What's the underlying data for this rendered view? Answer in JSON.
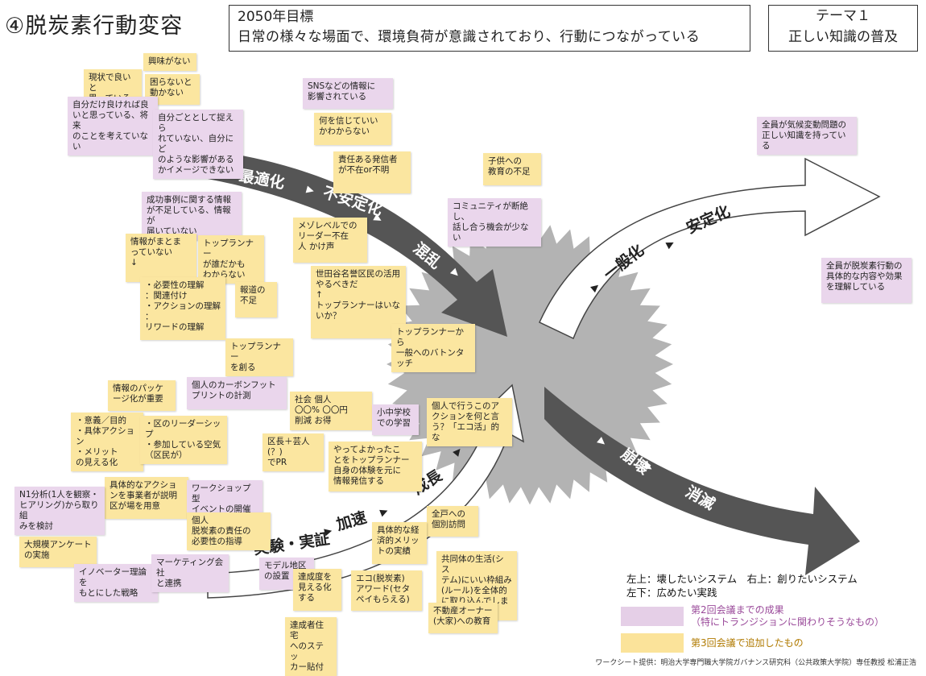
{
  "title": "④脱炭素行動変容",
  "goal": {
    "line1": "2050年目標",
    "line2": "日常の様々な場面で、環境負荷が意識されており、行動につながっている"
  },
  "theme": {
    "line1": "テーマ１",
    "line2": "正しい知識の普及"
  },
  "arrows": {
    "top_left": [
      "最適化",
      "▶",
      "不安定化",
      "▶",
      "混乱",
      "▶"
    ],
    "top_right": [
      "▶",
      "一般化",
      "▶",
      "安定化"
    ],
    "bottom_left": [
      "実験・実証",
      "▶",
      "加速",
      "▶",
      "成長",
      "▶"
    ],
    "bottom_right": [
      "▶",
      "崩壊",
      "▶",
      "消滅"
    ]
  },
  "notes": [
    {
      "id": "n1",
      "color": "y",
      "text": "興味がない"
    },
    {
      "id": "n2",
      "color": "y",
      "text": "現状で良いと\n思っている"
    },
    {
      "id": "n3",
      "color": "y",
      "text": "困らないと\n動かない"
    },
    {
      "id": "n4",
      "color": "p",
      "text": "自分だけ良ければ良\nいと思っている、将来\nのことを考えていない"
    },
    {
      "id": "n5",
      "color": "p",
      "text": "自分ごととして捉えら\nれていない、自分にど\nのような影響がある\nかイメージできない"
    },
    {
      "id": "n6",
      "color": "p",
      "text": "SNSなどの情報に\n影響されている"
    },
    {
      "id": "n7",
      "color": "y",
      "text": "何を信じていい\nかわからない"
    },
    {
      "id": "n8",
      "color": "y",
      "text": "責任ある発信者\nが不在or不明"
    },
    {
      "id": "n9",
      "color": "y",
      "text": "子供への\n教育の不足"
    },
    {
      "id": "n10",
      "color": "p",
      "text": "コミュニティが断絶し、\n話し合う機会が少ない"
    },
    {
      "id": "n11",
      "color": "p",
      "text": "全員が気候変動問題の\n正しい知識を持っている"
    },
    {
      "id": "n12",
      "color": "p",
      "text": "成功事例に関する情報\nが不足している、情報が\n届いていない"
    },
    {
      "id": "n13",
      "color": "y",
      "text": "メゾレベルでの\nリーダー不在\n人  かけ声"
    },
    {
      "id": "n14",
      "color": "y",
      "text": "情報がまとま\nっていない\n↓"
    },
    {
      "id": "n15",
      "color": "y",
      "text": "トップランナー\nが誰だかも\nわからない"
    },
    {
      "id": "n16",
      "color": "y",
      "text": "・必要性の理解\n   ：関連付け\n・アクションの理解\n   ：\nリワードの理解"
    },
    {
      "id": "n17",
      "color": "y",
      "text": "報道の\n不足"
    },
    {
      "id": "n18",
      "color": "y",
      "text": "世田谷名誉区民の活用\nやるべきだ\n↑\nトップランナーはいな\nいか？"
    },
    {
      "id": "n19",
      "color": "y",
      "text": "トップランナーから\n一般へのバトンタ\nッチ"
    },
    {
      "id": "n20",
      "color": "p",
      "text": "全員が脱炭素行動の\n具体的な内容や効果\nを理解している"
    },
    {
      "id": "n21",
      "color": "y",
      "text": "トップランナー\nを創る"
    },
    {
      "id": "n22",
      "color": "y",
      "text": "情報のパッケ\nージ化が重要"
    },
    {
      "id": "n23",
      "color": "p",
      "text": "個人のカーボンフット\nプリントの計測"
    },
    {
      "id": "n24",
      "color": "y",
      "text": "社会     個人\n〇〇%     〇〇円\n削減      お得"
    },
    {
      "id": "n25",
      "color": "p",
      "text": "小中学校\nでの学習"
    },
    {
      "id": "n26",
      "color": "y",
      "text": "個人で行うこのア\nクションを何と言\nう？「エコ活」的な"
    },
    {
      "id": "n27",
      "color": "y",
      "text": "・意義／目的\n・具体アクション\n・メリット\n  の見える化"
    },
    {
      "id": "n28",
      "color": "y",
      "text": "・区のリーダーシップ\n・参加している空気\n  （区民が）"
    },
    {
      "id": "n29",
      "color": "y",
      "text": "区長＋芸人(？)\nでPR"
    },
    {
      "id": "n30",
      "color": "y",
      "text": "やってよかったこ\nとをトップランナー\n自身の体験を元に\n情報発信する"
    },
    {
      "id": "n31",
      "color": "y",
      "text": "具体的なアクショ\nンを事業者が説明\n区が場を用意"
    },
    {
      "id": "n32",
      "color": "p",
      "text": "ワークショップ型\nイベントの開催"
    },
    {
      "id": "n33",
      "color": "p",
      "text": "N1分析(1人を観察・\nヒアリング)から取り組\nみを検討"
    },
    {
      "id": "n34",
      "color": "y",
      "text": "個人\n脱炭素の責任の\n必要性の指導"
    },
    {
      "id": "n35",
      "color": "y",
      "text": "全戸への\n個別訪問"
    },
    {
      "id": "n36",
      "color": "y",
      "text": "具体的な経\n済的メリッ\nトの実績"
    },
    {
      "id": "n37",
      "color": "y",
      "text": "大規模アンケート\nの実施"
    },
    {
      "id": "n38",
      "color": "p",
      "text": "イノベーター理論を\nもとにした戦略"
    },
    {
      "id": "n39",
      "color": "p",
      "text": "マーケティング会社\nと連携"
    },
    {
      "id": "n40",
      "color": "p",
      "text": "モデル地区\nの設置"
    },
    {
      "id": "n41",
      "color": "y",
      "text": "達成度を\n見える化\nする"
    },
    {
      "id": "n42",
      "color": "y",
      "text": "エコ(脱炭素)\nアワード(セタ\nペイもらえる)"
    },
    {
      "id": "n43",
      "color": "y",
      "text": "共同体の生活(シス\nテム)にいい枠組み\n(ルール)を全体的\nに取り込んでしまう"
    },
    {
      "id": "n44",
      "color": "y",
      "text": "達成者住宅\nへのステッ\nカー貼付"
    },
    {
      "id": "n45",
      "color": "y",
      "text": "不動産オーナー\n(大家)への教育"
    }
  ],
  "key": "左上：壊したいシステム　右上：創りたいシステム\n左下：広めたい実践",
  "legend": [
    {
      "color": "#e5cfe7",
      "label": "第2回会議までの成果\n（特にトランジションに関わりそうなもの）"
    },
    {
      "color": "#fbe39a",
      "label": "第3回会議で追加したもの"
    }
  ],
  "credit": "ワークシート提供：明治大学専門職大学院ガバナンス研究科（公共政策大学院）専任教授 松浦正浩"
}
